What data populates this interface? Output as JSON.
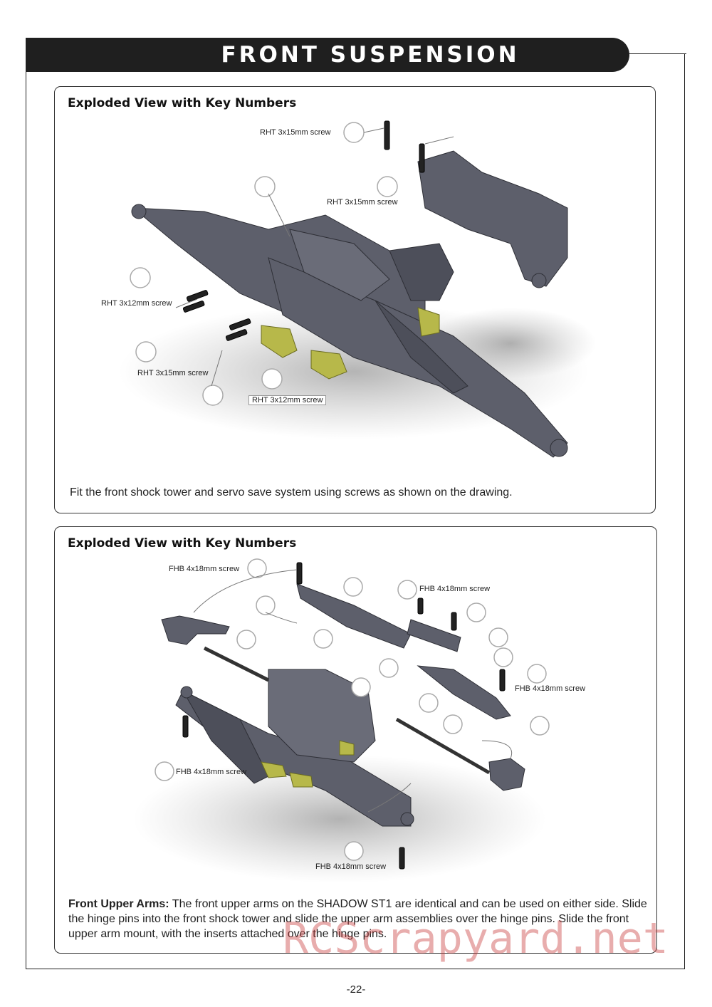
{
  "header": {
    "title": "FRONT SUSPENSION"
  },
  "panel1": {
    "heading": "Exploded View with Key Numbers",
    "labels": {
      "screw_top": "RHT 3x15mm screw",
      "screw_mid": "RHT 3x15mm screw",
      "screw_left": "RHT 3x12mm screw",
      "screw_lower": "RHT 3x15mm screw",
      "screw_bottom": "RHT 3x12mm screw"
    },
    "caption": "Fit the front shock tower and servo save system using screws as shown on the drawing."
  },
  "panel2": {
    "heading": "Exploded View with Key Numbers",
    "labels": {
      "fhb_top_left": "FHB 4x18mm screw",
      "fhb_top_right": "FHB 4x18mm screw",
      "fhb_right": "FHB 4x18mm screw",
      "fhb_left": "FHB 4x18mm screw",
      "fhb_bottom": "FHB 4x18mm screw"
    },
    "caption_bold": "Front Upper Arms:",
    "caption_text": " The front upper arms on the SHADOW ST1 are identical and can be used on either side. Slide the hinge pins into the front shock tower and slide the upper arm assemblies over the hinge pins. Slide the front upper arm mount, with the inserts attached over the hinge pins."
  },
  "footer": {
    "page_number": "-22-"
  },
  "watermark": "RCScrapyard.net",
  "colors": {
    "banner": "#1f1f1f",
    "part_gray": "#5d5f6b",
    "part_yellow": "#b7b84a",
    "watermark": "#c83c3c"
  }
}
